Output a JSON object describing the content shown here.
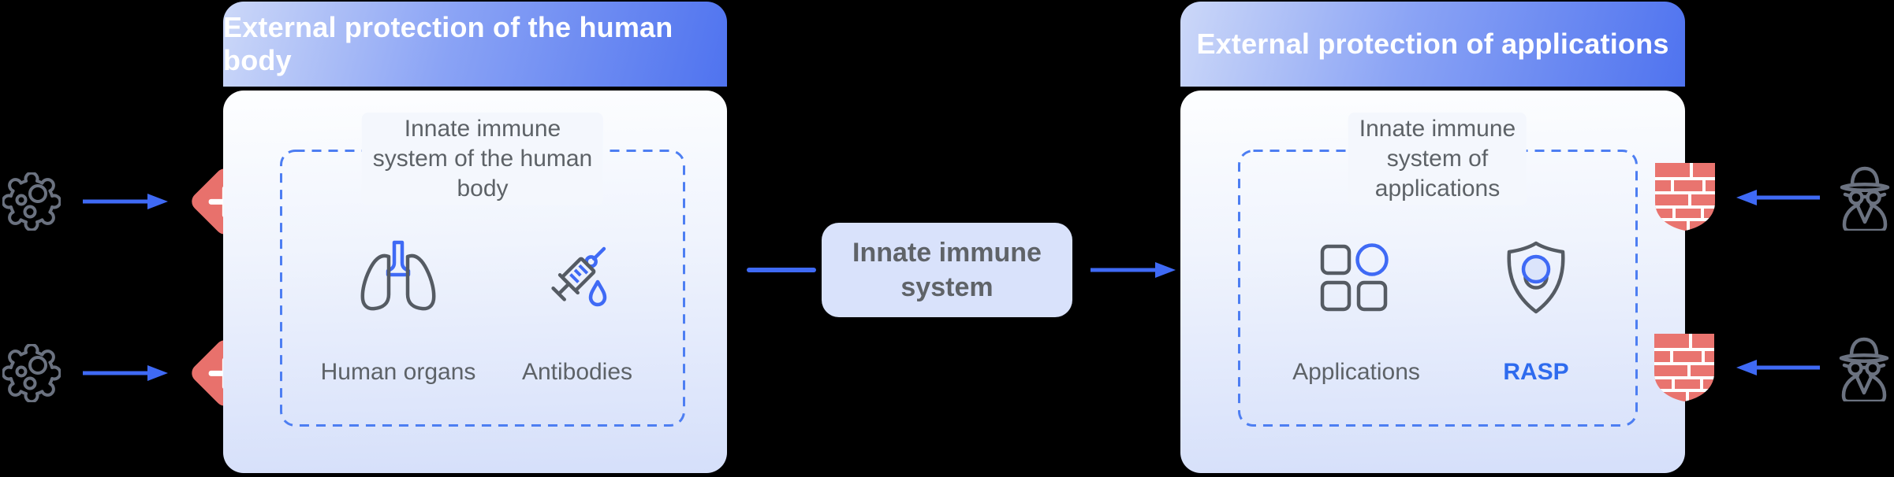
{
  "diagram": {
    "background": "#000000",
    "left_panel": {
      "header": "External protection of the human body",
      "inner_box_title_lines": [
        "Innate immune",
        "system of the human",
        "body"
      ],
      "items": [
        {
          "label": "Human organs",
          "icon": "lungs-icon"
        },
        {
          "label": "Antibodies",
          "icon": "syringe-icon"
        }
      ],
      "threat_icon": "germ-icon",
      "defense_icon": "plus-diamond-icon"
    },
    "center": {
      "label_lines": [
        "Innate immune",
        "system"
      ]
    },
    "right_panel": {
      "header": "External protection of applications",
      "inner_box_title_lines": [
        "Innate immune",
        "system of",
        "applications"
      ],
      "items": [
        {
          "label": "Applications",
          "icon": "app-grid-icon"
        },
        {
          "label": "RASP",
          "icon": "rasp-shield-icon"
        }
      ],
      "threat_icon": "spy-icon",
      "defense_icon": "firewall-shield-icon"
    },
    "colors": {
      "accent_blue": "#3f6af5",
      "dashed_border_blue": "#4d7ef2",
      "header_gradient_start": "#ccd8f8",
      "header_gradient_end": "#4f73ef",
      "card_gradient_start": "#fdfeff",
      "card_gradient_end": "#d5dffa",
      "center_box_bg": "#d9e2fb",
      "diamond_red": "#e8716c",
      "firewall_red": "#e9746f",
      "icon_gray": "#6b7280",
      "stroke_gray": "#555b63",
      "text_gray": "#5d6267",
      "rasp_blue": "#2e6bee"
    }
  }
}
